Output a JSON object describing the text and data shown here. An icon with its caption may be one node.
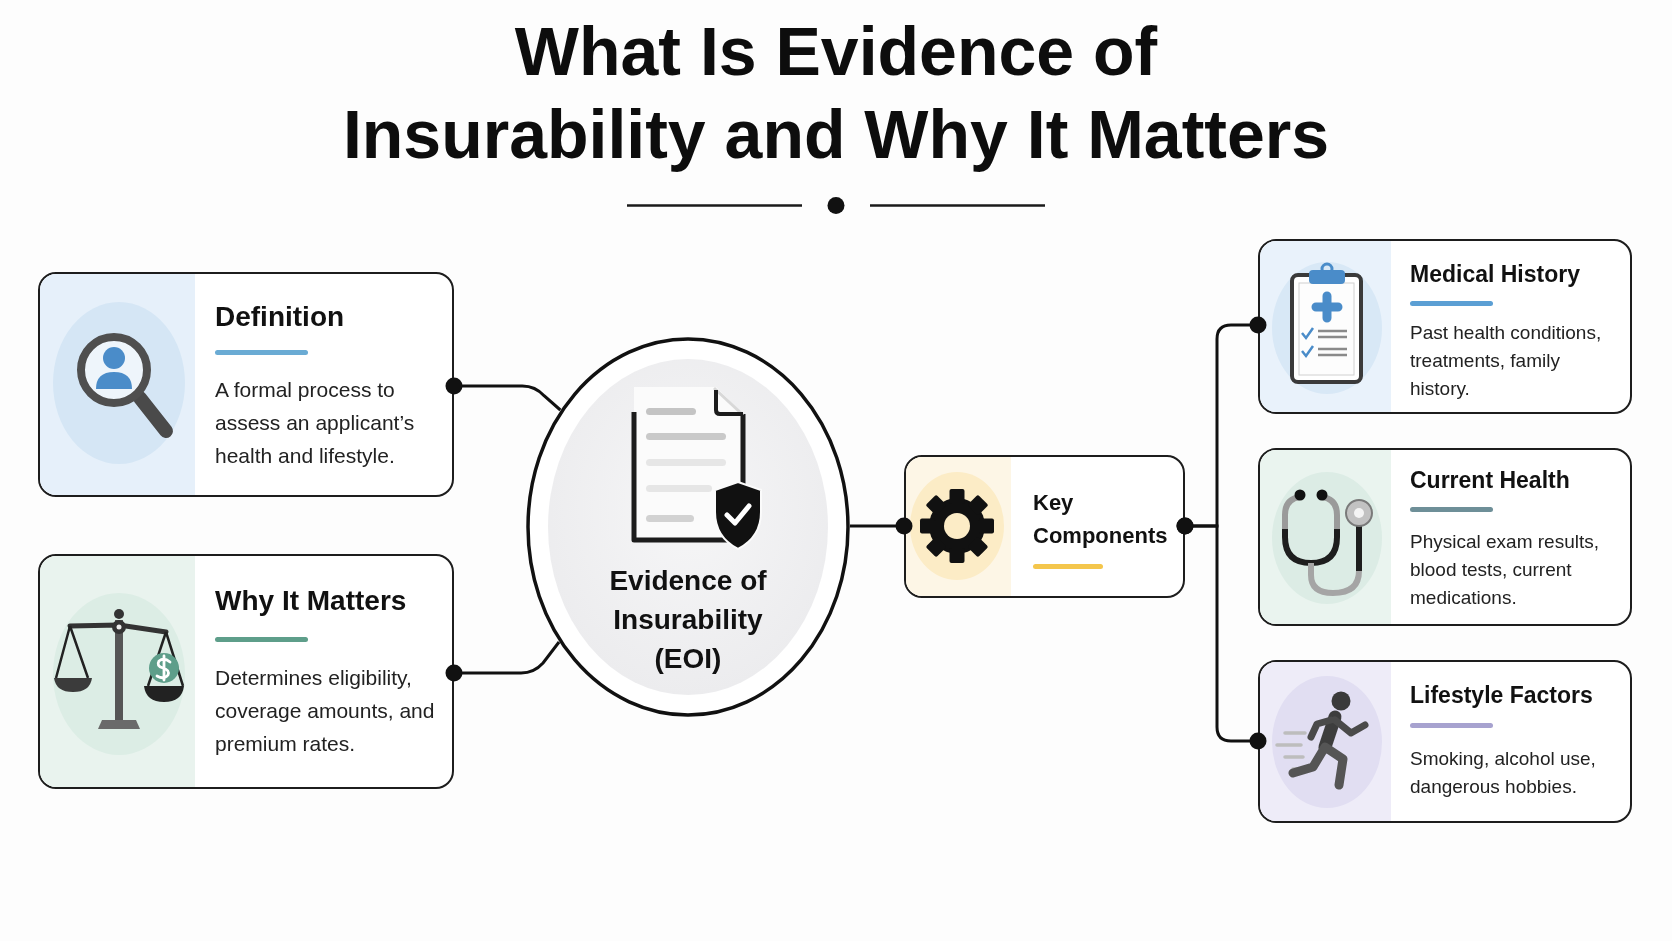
{
  "diagram": {
    "title": "What Is Evidence of Insurability and Why It Matters",
    "nodes": [
      {
        "text": [
          "Definition",
          "A formal process to assess an applicant’s health and lifestyle."
        ]
      },
      {
        "text": [
          "Why It Matters",
          "Determines eligibility, coverage amounts, and premium rates."
        ]
      },
      {
        "text": [
          "Evidence of Insurability (EOI)"
        ]
      },
      {
        "text": [
          "Key Components"
        ]
      },
      {
        "text": [
          "Medical History",
          "Past health conditions, treatments, family history."
        ]
      },
      {
        "text": [
          "Current Health",
          "Physical exam results, blood tests, current medications."
        ]
      },
      {
        "text": [
          "Lifestyle Factors",
          "Smoking, alcohol use, dangerous hobbies."
        ]
      }
    ],
    "edges": [
      {
        "from": 0,
        "to": 2,
        "arrow": "other"
      },
      {
        "from": 1,
        "to": 2,
        "arrow": "other"
      },
      {
        "from": 2,
        "to": 3,
        "arrow": "other"
      },
      {
        "from": 3,
        "to": 4,
        "arrow": "other"
      },
      {
        "from": 3,
        "to": 6,
        "arrow": "other"
      }
    ]
  }
}
